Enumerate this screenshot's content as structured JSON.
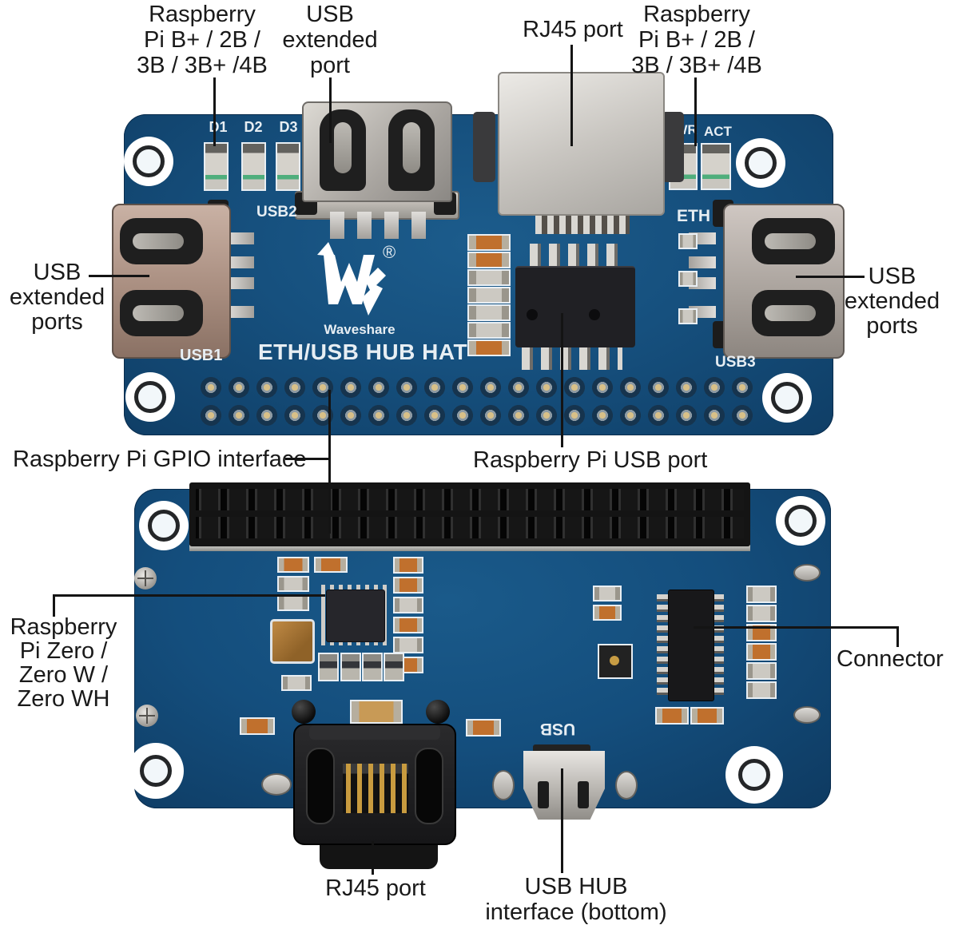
{
  "annotations": {
    "pi_models_left": [
      "Raspberry",
      "Pi B+ / 2B /",
      "3B / 3B+ /4B"
    ],
    "usb_extended_port_top": [
      "USB",
      "extended",
      "port"
    ],
    "rj45_port_top": "RJ45 port",
    "pi_models_right": [
      "Raspberry",
      "Pi B+ / 2B /",
      "3B / 3B+ /4B"
    ],
    "usb_extended_ports_left": [
      "USB",
      "extended",
      "ports"
    ],
    "usb_extended_ports_right": [
      "USB",
      "extended",
      "ports"
    ],
    "gpio_interface": "Raspberry Pi GPIO interface",
    "pi_usb_port": "Raspberry Pi USB port",
    "pi_zero_models": [
      "Raspberry",
      "Pi Zero /",
      "Zero W /",
      "Zero WH"
    ],
    "connector": "Connector",
    "rj45_port_bottom": "RJ45 port",
    "usb_hub_interface": [
      "USB HUB",
      "interface (bottom)"
    ]
  },
  "top_board": {
    "silkscreen": {
      "d1": "D1",
      "d2": "D2",
      "d3": "D3",
      "pwr": "PWR",
      "act": "ACT",
      "usb1": "USB1",
      "usb2": "USB2",
      "usb3": "USB3",
      "eth": "ETH",
      "brand": "Waveshare",
      "registered": "®",
      "product_title": "ETH/USB HUB HAT"
    }
  },
  "bottom_board": {
    "silkscreen": {
      "usb_bottom": "USB"
    }
  },
  "colors": {
    "pcb_blue": "#16507e",
    "pcb_blue_dark": "#0f3e66",
    "silkscreen_white": "#e7eef3",
    "annotation_text": "#191919",
    "callout_line": "#141414",
    "metal": "#c9c6c0",
    "gold": "#c79c44",
    "connector_black": "#1d1d1f",
    "background": "#ffffff"
  }
}
